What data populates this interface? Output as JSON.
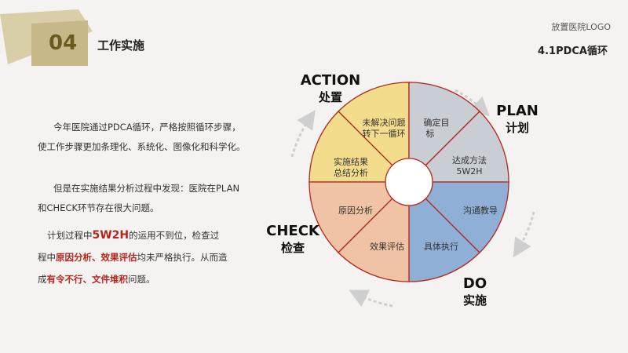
{
  "header": {
    "section_number": "04",
    "section_title": "工作实施",
    "logo_text": "放置医院LOGO",
    "subtitle": "4.1PDCA循环"
  },
  "body": {
    "p1": [
      "今年医院通过PDCA循环，严格按照循环步骤，",
      "使工作步骤更加条理化、系统化、图像化和科学化。"
    ],
    "p2": [
      "但是在实施结果分析过程中发现：医院在PLAN",
      "和CHECK环节存在很大问题。"
    ],
    "p3_line1": {
      "pre": "计划过程中",
      "hl": "5W2H",
      "post": "的运用不到位，检查过"
    },
    "p3_line2": {
      "pre": "程中",
      "hl1": "原因分析",
      "mid": "、",
      "hl2": "效果评估",
      "post": "均未严格执行。从而造"
    },
    "p3_line3": {
      "pre": "成",
      "hl1": "有令不行",
      "mid": "、",
      "hl2": "文件堆积",
      "post": "问题。"
    }
  },
  "cycle": {
    "phases": [
      {
        "en": "ACTION",
        "cn": "处置",
        "color": "#f3dc8c"
      },
      {
        "en": "PLAN",
        "cn": "计划",
        "color": "#c9cdd4"
      },
      {
        "en": "DO",
        "cn": "实施",
        "color": "#8fafd6"
      },
      {
        "en": "CHECK",
        "cn": "检查",
        "color": "#efc3a3"
      }
    ],
    "segments": {
      "action_1": [
        "未解决问题",
        "转下一循环"
      ],
      "action_2": [
        "实施结果",
        "总结分析"
      ],
      "plan_1": [
        "确定目",
        "标"
      ],
      "plan_2": [
        "达成方法",
        "5W2H"
      ],
      "do_1": [
        "沟通教导"
      ],
      "do_2": [
        "具体执行"
      ],
      "check_1": [
        "原因分析"
      ],
      "check_2": [
        "效果评估"
      ]
    }
  }
}
